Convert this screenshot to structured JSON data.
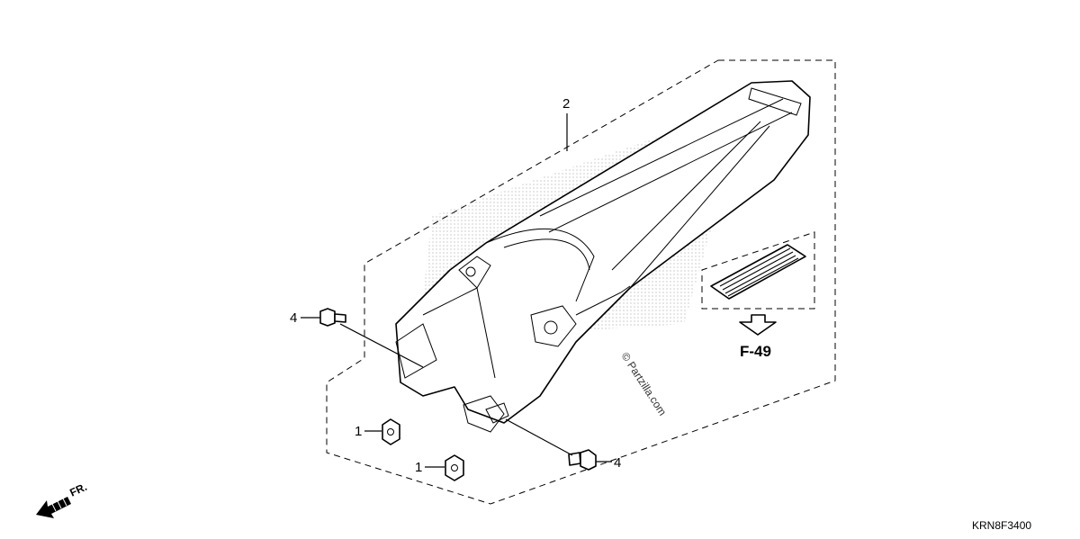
{
  "diagram": {
    "code": "KRN8F3400",
    "reference": "F-49",
    "direction_label": "FR.",
    "watermark": "© Partzilla.com",
    "callouts": [
      {
        "id": "callout-2",
        "label": "2"
      },
      {
        "id": "callout-4-upper",
        "label": "4"
      },
      {
        "id": "callout-4-lower",
        "label": "4"
      },
      {
        "id": "callout-1-upper",
        "label": "1"
      },
      {
        "id": "callout-1-lower",
        "label": "1"
      }
    ]
  }
}
